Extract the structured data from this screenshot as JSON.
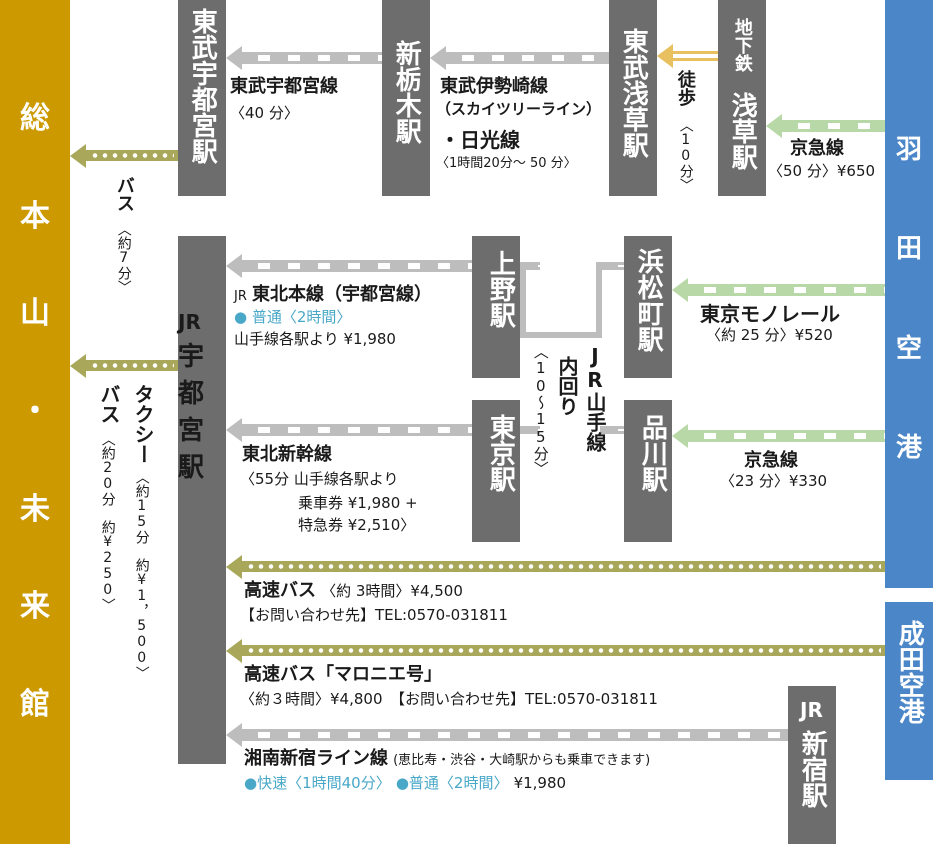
{
  "destination": {
    "label": [
      "総",
      "本",
      "山",
      "・",
      "未",
      "来",
      "館"
    ],
    "color": "#cc9900"
  },
  "airports": {
    "haneda": {
      "label": [
        "羽",
        "田",
        "空",
        "港"
      ],
      "color": "#4a86c8"
    },
    "narita": {
      "label": "成田空港",
      "color": "#4a86c8"
    }
  },
  "stations": {
    "tobu_utsunomiya": "東武宇都宮駅",
    "shin_tochigi": "新栃木駅",
    "tobu_asakusa": "東武浅草駅",
    "subway_prefix": "地下鉄",
    "subway_asakusa": "浅草駅",
    "jr_utsunomiya_prefix": "JR",
    "jr_utsunomiya": [
      "宇",
      "都",
      "宮",
      "駅"
    ],
    "ueno": "上野駅",
    "hamamatsucho": "浜松町駅",
    "tokyo": "東京駅",
    "shinagawa": "品川駅",
    "jr_shinjuku_prefix": "JR",
    "jr_shinjuku": "新宿駅"
  },
  "routes": {
    "tobu_utsunomiya_line": {
      "name": "東武宇都宮線",
      "time": "〈40 分〉"
    },
    "tobu_isesaki": {
      "name": "東武伊勢崎線",
      "sub": "（スカイツリーライン）",
      "name2": "・日光線",
      "time": "〈1時間20分〜 50 分〉"
    },
    "walk": {
      "label": "徒歩",
      "time": "〈10分〉"
    },
    "keikyu_asakusa": {
      "name": "京急線",
      "time": "〈50 分〉¥650"
    },
    "bus_tobu": {
      "label": "バス",
      "time": "〈約7分〉"
    },
    "tohoku_main": {
      "prefix": "JR",
      "name": "東北本線（宇都宮線）",
      "local": "● 普通〈2時間〉",
      "fare": "山手線各駅より ¥1,980"
    },
    "monorail": {
      "name": "東京モノレール",
      "time": "〈約 25 分〉¥520"
    },
    "yamanote": {
      "name": "JR山手線",
      "dir": "内回り",
      "time": "〈10〜15分〉"
    },
    "shinkansen": {
      "name": "東北新幹線",
      "line1": "〈55分 山手線各駅より",
      "line2": "乗車券 ¥1,980 +",
      "line3": "特急券 ¥2,510〉"
    },
    "keikyu_shinagawa": {
      "name": "京急線",
      "time": "〈23 分〉¥330"
    },
    "taxi": {
      "label": "タクシー",
      "detail": "〈約15分　約¥1，500〉"
    },
    "bus_jr": {
      "label": "バス",
      "detail": "〈約20分　約¥250〉"
    },
    "highway_bus": {
      "name": "高速バス",
      "time": "〈約 3時間〉¥4,500",
      "contact": "【お問い合わせ先】TEL:0570-031811"
    },
    "maronie": {
      "name": "高速バス「マロニエ号」",
      "detail": "〈約３時間〉¥4,800　【お問い合わせ先】TEL:0570-031811"
    },
    "shonan": {
      "name": "湘南新宿ライン線",
      "note": "(恵比寿・渋谷・大崎駅からも乗車できます)",
      "rapid": "●快速〈1時間40分〉",
      "local": "●普通〈2時間〉",
      "fare": "¥1,980"
    }
  }
}
